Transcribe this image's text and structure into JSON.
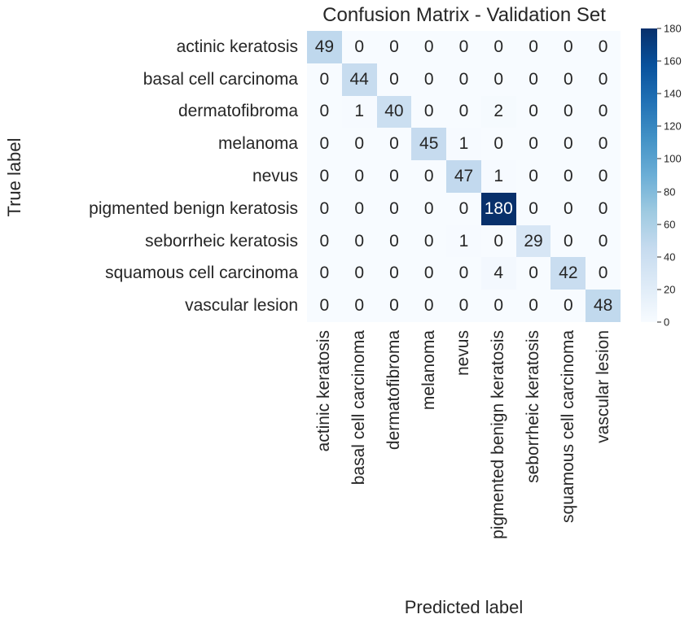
{
  "chart_data": {
    "type": "heatmap",
    "title": "Confusion Matrix - Validation Set",
    "xlabel": "Predicted label",
    "ylabel": "True label",
    "categories": [
      "actinic keratosis",
      "basal cell carcinoma",
      "dermatofibroma",
      "melanoma",
      "nevus",
      "pigmented benign keratosis",
      "seborrheic keratosis",
      "squamous cell carcinoma",
      "vascular lesion"
    ],
    "matrix": [
      [
        49,
        0,
        0,
        0,
        0,
        0,
        0,
        0,
        0
      ],
      [
        0,
        44,
        0,
        0,
        0,
        0,
        0,
        0,
        0
      ],
      [
        0,
        1,
        40,
        0,
        0,
        2,
        0,
        0,
        0
      ],
      [
        0,
        0,
        0,
        45,
        1,
        0,
        0,
        0,
        0
      ],
      [
        0,
        0,
        0,
        0,
        47,
        1,
        0,
        0,
        0
      ],
      [
        0,
        0,
        0,
        0,
        0,
        180,
        0,
        0,
        0
      ],
      [
        0,
        0,
        0,
        0,
        1,
        0,
        29,
        0,
        0
      ],
      [
        0,
        0,
        0,
        0,
        0,
        4,
        0,
        42,
        0
      ],
      [
        0,
        0,
        0,
        0,
        0,
        0,
        0,
        0,
        48
      ]
    ],
    "colorbar": {
      "colormap": "Blues",
      "range": [
        0,
        180
      ],
      "ticks": [
        0,
        20,
        40,
        60,
        80,
        100,
        120,
        140,
        160,
        180
      ]
    },
    "annotations": true
  }
}
